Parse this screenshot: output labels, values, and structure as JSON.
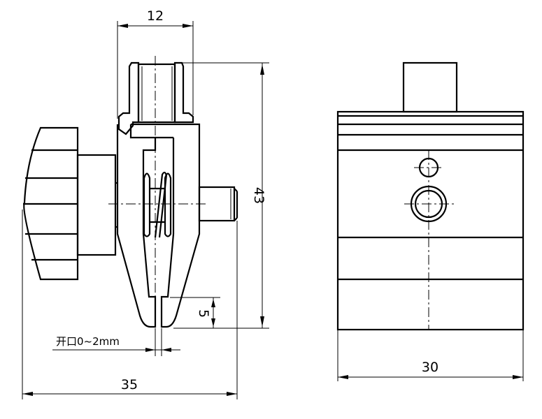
{
  "dimensions": {
    "top_width": "12",
    "height": "43",
    "overall_width": "35",
    "tip_length": "5",
    "opening": "开口0~2mm",
    "side_width": "30"
  },
  "color": "#000000"
}
